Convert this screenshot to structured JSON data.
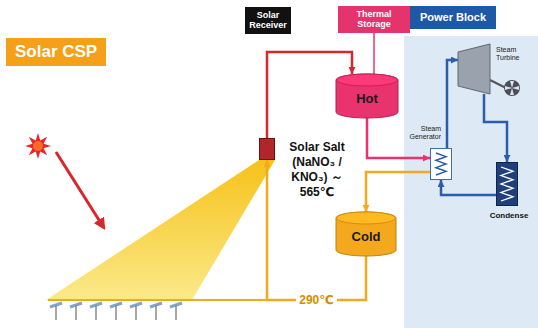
{
  "diagram": {
    "nodes": [
      {
        "text": [
          "Solar CSP"
        ]
      },
      {
        "text": [
          "Solar Receiver"
        ]
      },
      {
        "text": [
          "Thermal Storage"
        ]
      },
      {
        "text": [
          "Hot"
        ]
      },
      {
        "text": [
          "Cold"
        ]
      },
      {
        "text": [
          "Power Block"
        ]
      },
      {
        "text": [
          "Steam Generator"
        ],
        "in": 5
      },
      {
        "text": [
          "Steam Turbine"
        ],
        "in": 5
      },
      {
        "text": [
          "Condense"
        ],
        "in": 5
      }
    ],
    "edges": [
      {
        "from": 1,
        "to": 3,
        "arrow": "to"
      },
      {
        "from": 3,
        "to": 6,
        "arrow": "to"
      },
      {
        "from": 6,
        "to": 4,
        "arrow": "to"
      },
      {
        "from": 4,
        "to": 1,
        "arrow": "to",
        "label": "290℃"
      },
      {
        "from": 6,
        "to": 7,
        "arrow": "to"
      },
      {
        "from": 7,
        "to": 8,
        "arrow": "to"
      },
      {
        "from": 8,
        "to": 6,
        "arrow": "to"
      },
      {
        "from": 2,
        "to": 3,
        "arrow": "none"
      }
    ],
    "labels": [
      "Solar Salt (NaNO₃ / KNO₃) ～565℃"
    ]
  }
}
